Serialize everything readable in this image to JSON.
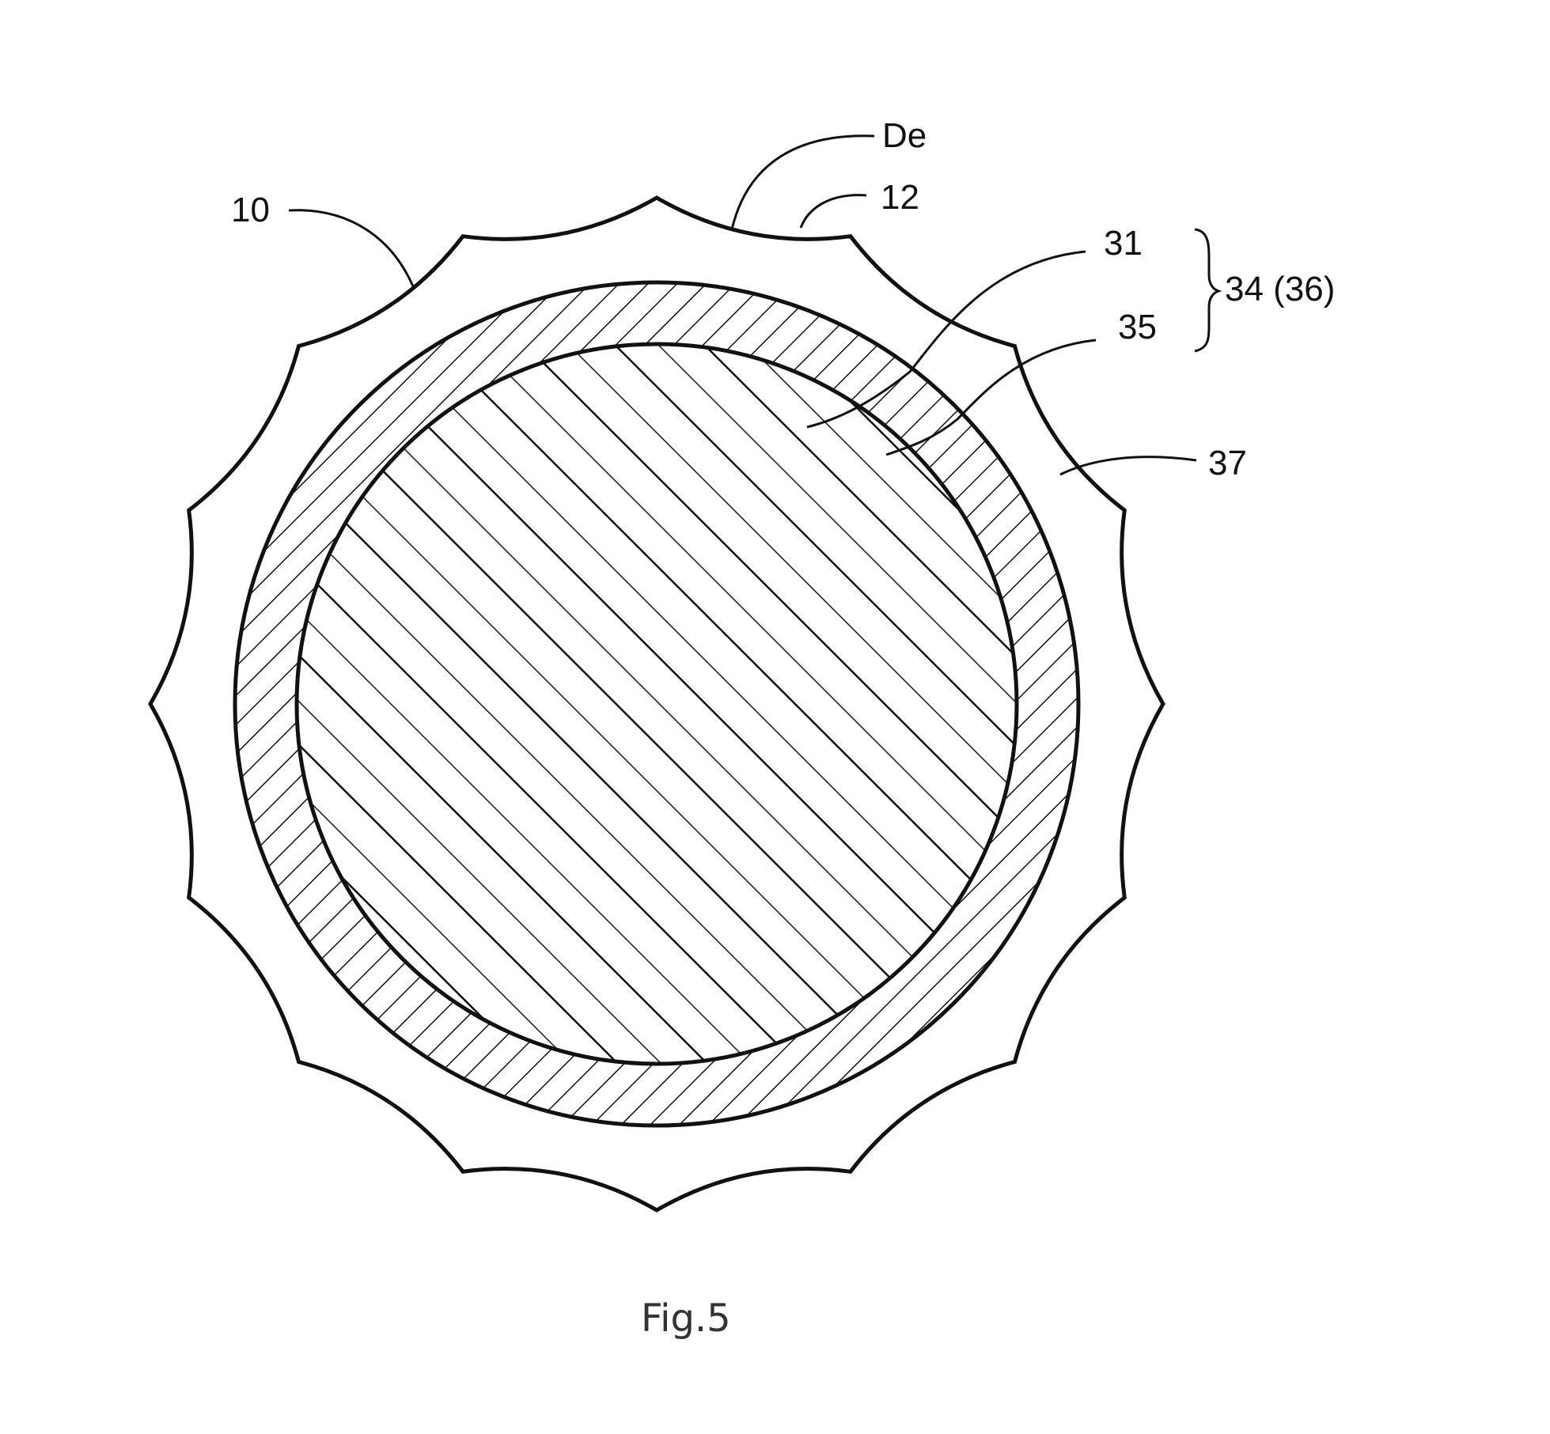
{
  "labels": {
    "de": "De",
    "ref_10": "10",
    "ref_12": "12",
    "ref_31": "31",
    "ref_35": "35",
    "ref_34_36": "34 (36)",
    "ref_37": "37"
  },
  "caption": "Fig.5",
  "colors": {
    "line": "#111111",
    "background": "#ffffff",
    "caption": "#333333"
  }
}
